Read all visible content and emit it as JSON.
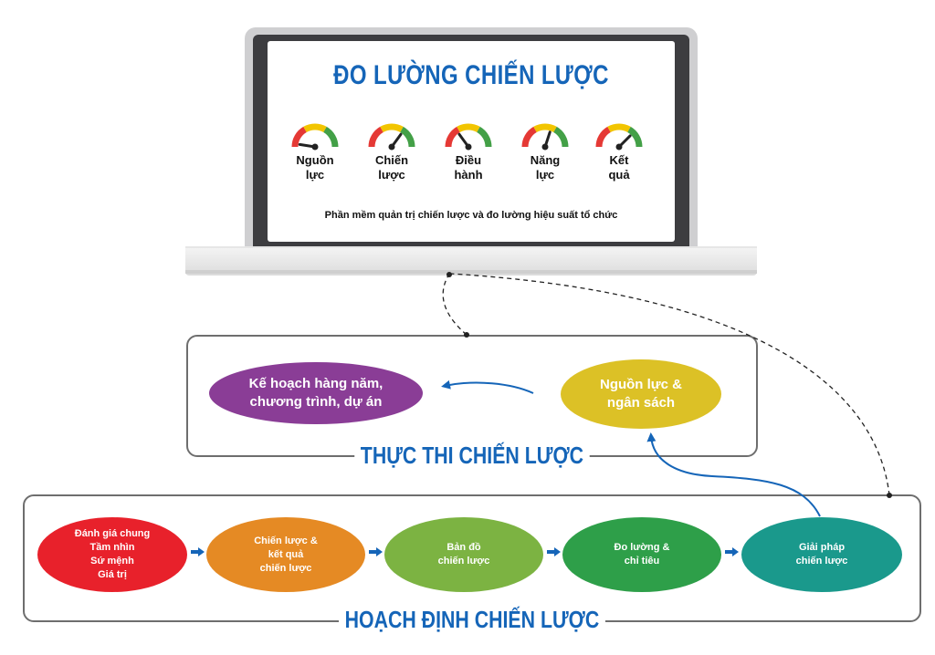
{
  "screen": {
    "title": "ĐO LƯỜNG CHIẾN LƯỢC",
    "gauges": [
      {
        "label": "Nguồn\nlực",
        "level": 0.05
      },
      {
        "label": "Chiến\nlược",
        "level": 0.7
      },
      {
        "label": "Điều\nhành",
        "level": 0.3
      },
      {
        "label": "Năng\nlực",
        "level": 0.6
      },
      {
        "label": "Kết\nquả",
        "level": 0.75
      }
    ],
    "tagline": "Phần mềm quản trị chiến lược và đo lường hiệu suất tổ chức"
  },
  "execution": {
    "title": "THỰC THI CHIẾN LƯỢC",
    "nodes": [
      {
        "label": "Kế hoạch hàng năm,\nchương trình, dự án",
        "color": "#8a3d96"
      },
      {
        "label": "Nguồn lực &\nngân sách",
        "color": "#dcc126"
      }
    ]
  },
  "planning": {
    "title": "HOẠCH ĐỊNH CHIẾN LƯỢC",
    "nodes": [
      {
        "label": "Đánh giá chung\nTầm nhìn\nSứ mệnh\nGiá trị",
        "color": "#e8212b"
      },
      {
        "label": "Chiến lược &\nkết quả\nchiến lược",
        "color": "#e58a24"
      },
      {
        "label": "Bản đồ\nchiến lược",
        "color": "#7cb342"
      },
      {
        "label": "Đo lường &\nchỉ tiêu",
        "color": "#2e9f49"
      },
      {
        "label": "Giải pháp\nchiến lược",
        "color": "#1a998c"
      }
    ]
  },
  "colors": {
    "title_blue": "#1565b8",
    "arrow_blue": "#1565b8",
    "box_border": "#6e6e6e",
    "gauge_red": "#e53935",
    "gauge_yellow": "#f2c500",
    "gauge_green": "#43a047"
  }
}
